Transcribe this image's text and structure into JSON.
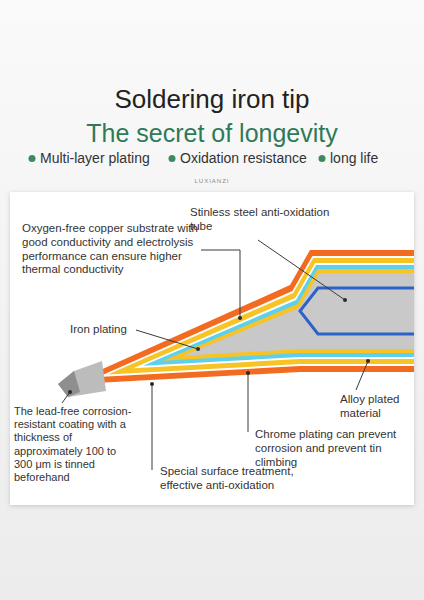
{
  "diagram": {
    "title": "Soldering iron tip",
    "labels": [
      "The secret of longevity",
      "Multi-layer plating",
      "Oxidation resistance",
      "long life",
      "LUXIANZI",
      "Stinless steel anti-oxidation tube",
      "Oxygen-free copper substrate with good conductivity and electrolysis performance can ensure higher thermal conductivity",
      "Iron plating",
      "The lead-free corrosion-resistant coating with a thickness of approximately 100 to 300 μm is tinned beforehand",
      "Alloy plated material",
      "Chrome plating can prevent corrosion and prevent tin climbing",
      "Special surface treatment, effective anti-oxidation"
    ]
  }
}
